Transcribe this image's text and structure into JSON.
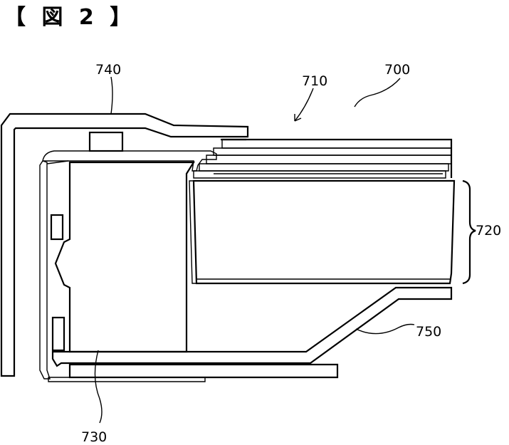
{
  "title": "【 図 2 】",
  "labels": {
    "l700": "700",
    "l710": "710",
    "l720": "720",
    "l730": "730",
    "l740": "740",
    "l750": "750"
  },
  "colors": {
    "ink": "#000000",
    "paper": "#ffffff"
  }
}
